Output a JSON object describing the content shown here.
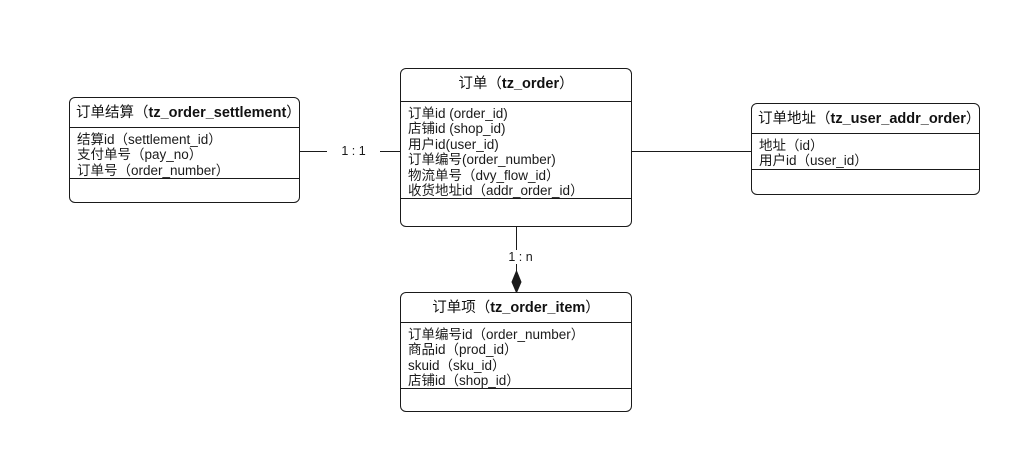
{
  "diagram": {
    "title": "order domain er diagram",
    "background_color": "#ffffff",
    "line_color": "#1a1a1a",
    "text_color": "#1a1a1a"
  },
  "entities": {
    "order_settlement": {
      "name_cn": "订单结算",
      "table": "tz_order_settlement",
      "title_prefix": "订单结算（",
      "title_suffix": "）",
      "attributes": [
        "结算id（settlement_id）",
        "支付单号（pay_no）",
        "订单号（order_number）"
      ]
    },
    "order": {
      "name_cn": "订单",
      "table": "tz_order",
      "title_prefix": "订单（",
      "title_suffix": "）",
      "attributes": [
        "订单id (order_id)",
        "店铺id (shop_id)",
        "用户id(user_id)",
        "订单编号(order_number)",
        "物流单号（dvy_flow_id）",
        "收货地址id（addr_order_id）"
      ]
    },
    "user_addr_order": {
      "name_cn": "订单地址",
      "table": "tz_user_addr_order",
      "title_prefix": "订单地址（",
      "title_suffix": "）",
      "attributes": [
        "地址（id）",
        "用户id（user_id）"
      ]
    },
    "order_item": {
      "name_cn": "订单项",
      "table": "tz_order_item",
      "title_prefix": "订单项（",
      "title_suffix": "）",
      "attributes": [
        "订单编号id（order_number）",
        "商品id（prod_id）",
        "skuid（sku_id）",
        "店铺id（shop_id）"
      ]
    }
  },
  "relationships": {
    "settlement_to_order": {
      "label": "1 : 1",
      "from": "tz_order_settlement",
      "to": "tz_order"
    },
    "order_to_addr": {
      "label": "",
      "from": "tz_order",
      "to": "tz_user_addr_order"
    },
    "order_to_item": {
      "label": "1 : n",
      "from": "tz_order",
      "to": "tz_order_item",
      "marker": "filled-diamond"
    }
  }
}
